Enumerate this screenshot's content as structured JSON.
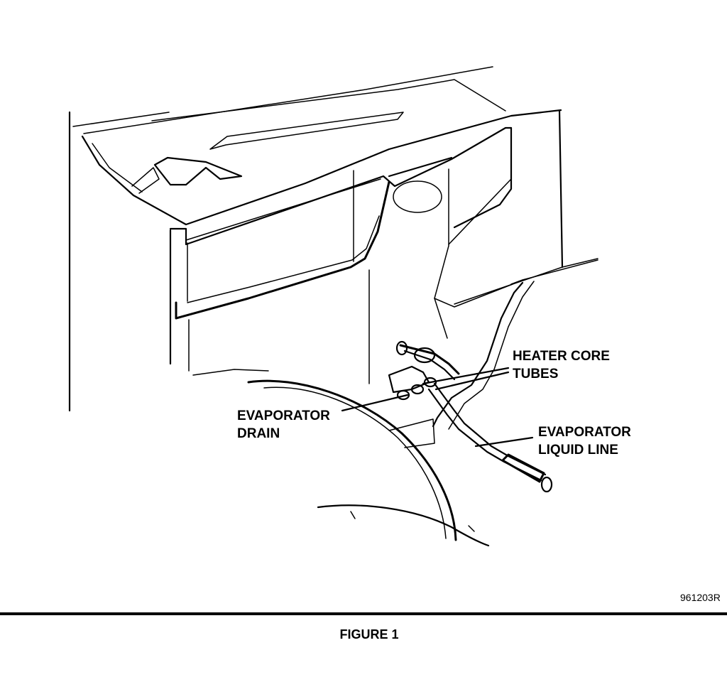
{
  "labels": {
    "heater_core_tubes": [
      "HEATER CORE",
      "TUBES"
    ],
    "evaporator_drain": [
      "EVAPORATOR",
      "DRAIN"
    ],
    "evaporator_liquid_line": [
      "EVAPORATOR",
      "LIQUID LINE"
    ]
  },
  "reference_code": "961203R",
  "caption": "FIGURE 1"
}
